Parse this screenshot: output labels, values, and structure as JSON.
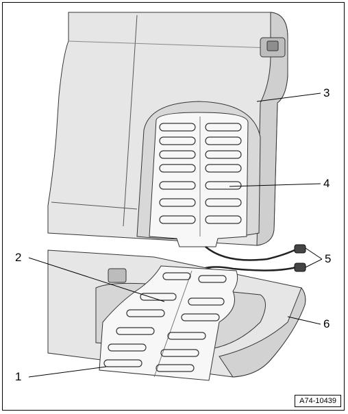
{
  "callouts": [
    {
      "id": "1",
      "label": "1"
    },
    {
      "id": "2",
      "label": "2"
    },
    {
      "id": "3",
      "label": "3"
    },
    {
      "id": "4",
      "label": "4"
    },
    {
      "id": "5",
      "label": "5"
    },
    {
      "id": "6",
      "label": "6"
    }
  ],
  "figure_id": "A74-10439",
  "colors": {
    "seat_fill": "#e6e6e6",
    "seat_shade": "#d2d2d2",
    "mat_fill": "#f7f7f7",
    "line": "#333333"
  }
}
